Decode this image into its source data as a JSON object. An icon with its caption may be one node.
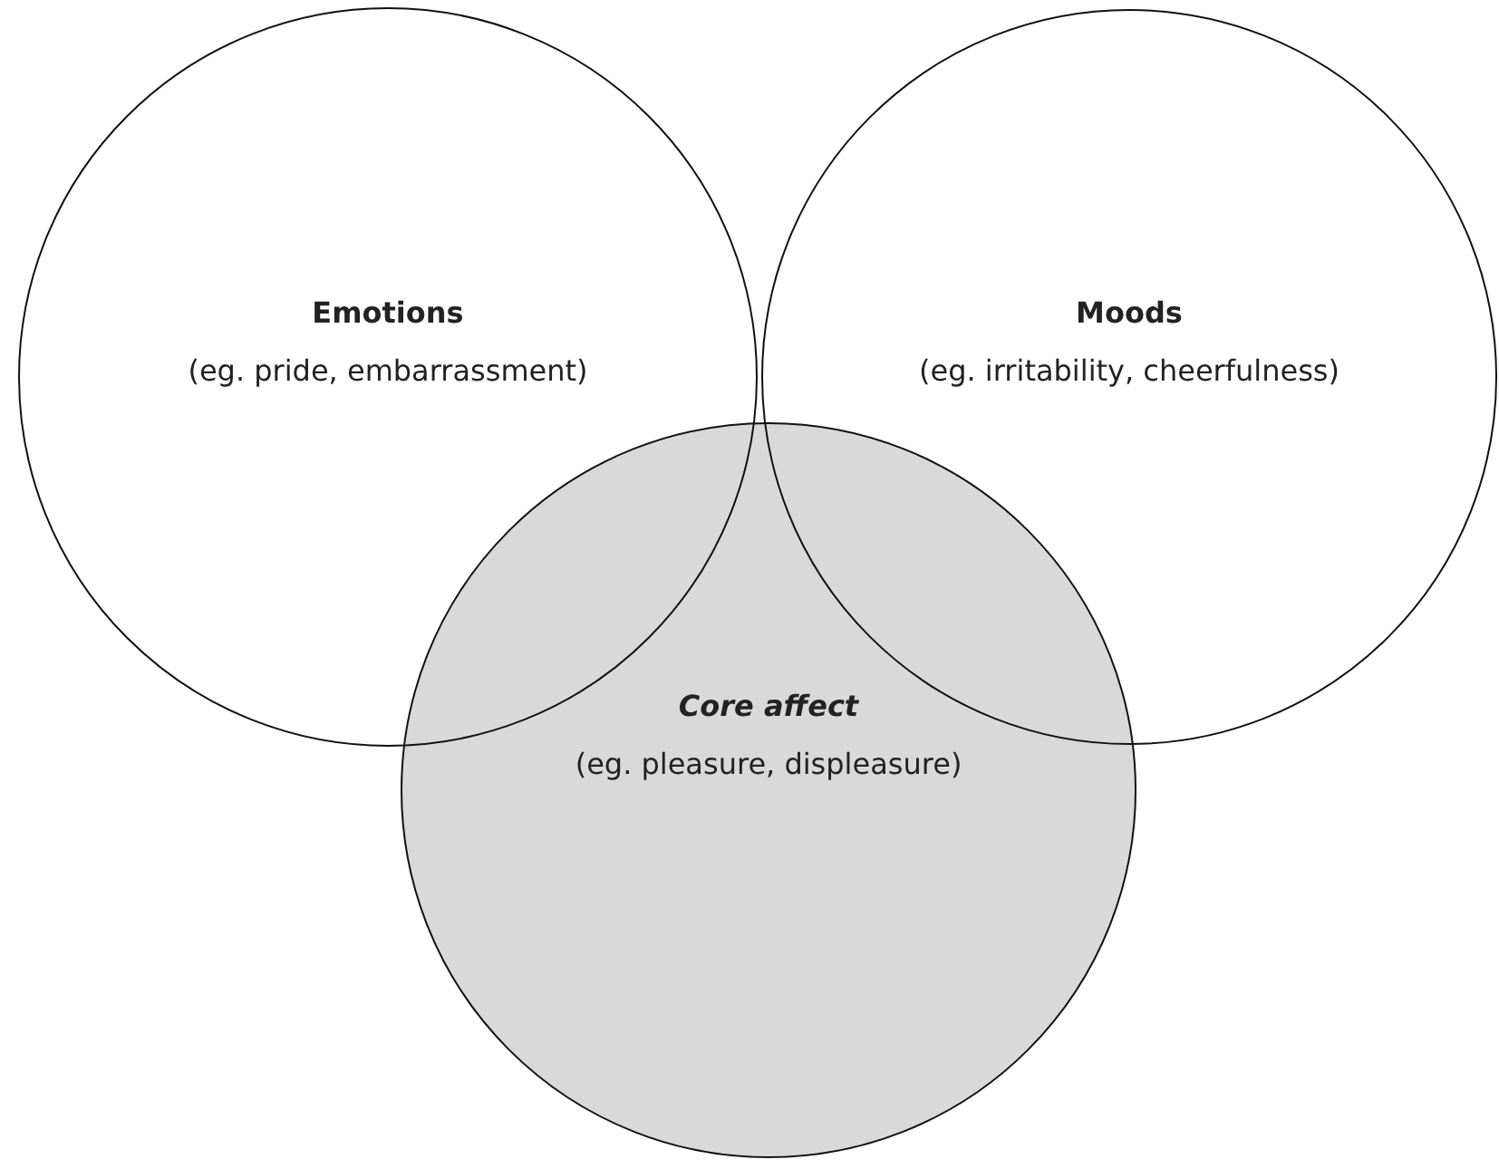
{
  "diagram": {
    "nodes": [
      {
        "text": [
          "Emotions",
          "(eg. pride, embarrassment)"
        ]
      },
      {
        "text": [
          "Moods",
          "(eg. irritability, cheerfulness)"
        ]
      },
      {
        "text": [
          "Core affect",
          "(eg. pleasure, displeasure)"
        ]
      }
    ]
  }
}
